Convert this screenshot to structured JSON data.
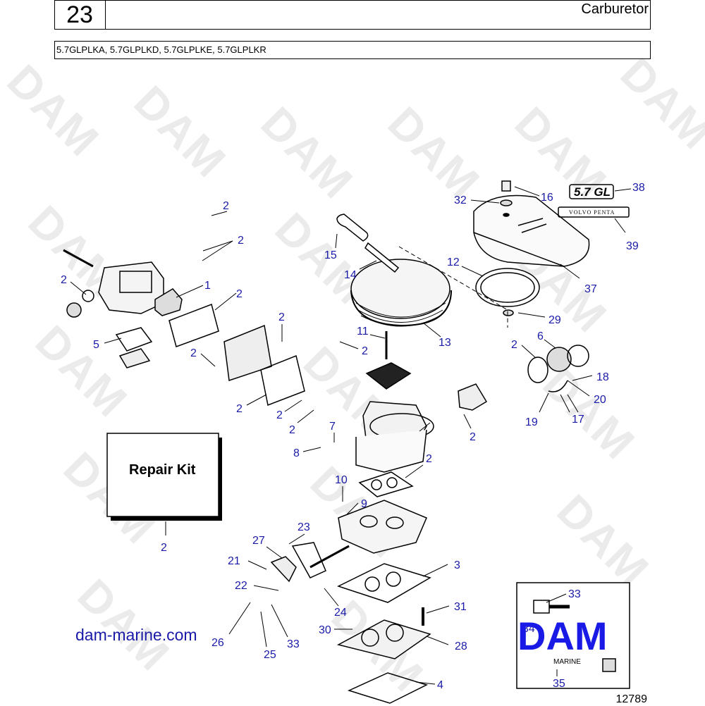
{
  "header": {
    "page_number": "23",
    "title": "Carburetor",
    "models": "5.7GLPLKA, 5.7GLPLKD, 5.7GLPLKE, 5.7GLPLKR"
  },
  "watermark_text": "DAM",
  "repair_kit_label": "Repair Kit",
  "decals": {
    "badge": "5.7 GL",
    "brand": "VOLVO PENTA"
  },
  "callouts": [
    "2",
    "2",
    "2",
    "1",
    "2",
    "5",
    "2",
    "2",
    "2",
    "2",
    "2",
    "15",
    "14",
    "11",
    "2",
    "13",
    "7",
    "8",
    "16",
    "32",
    "38",
    "39",
    "12",
    "37",
    "29",
    "2",
    "6",
    "18",
    "20",
    "17",
    "19",
    "2",
    "2",
    "10",
    "9",
    "23",
    "27",
    "21",
    "22",
    "3",
    "24",
    "26",
    "25",
    "33",
    "31",
    "30",
    "28",
    "4",
    "2",
    "33",
    "34",
    "35"
  ],
  "site_url": "dam-marine.com",
  "logo": {
    "text": "DAM",
    "subtext": "MARINE"
  },
  "doc_number": "12789",
  "colors": {
    "callout": "#1a1aa8",
    "logo": "#1a1ae6",
    "watermark": "#ebebeb"
  }
}
